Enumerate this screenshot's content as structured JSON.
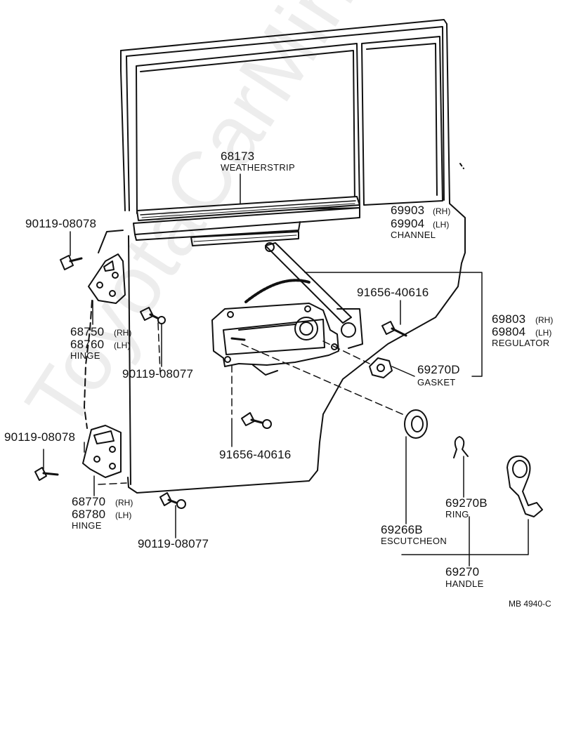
{
  "watermark": "ToyotaCarMine.ru",
  "reference": "MB 4940-C",
  "parts": {
    "weatherstrip": {
      "number": "68173",
      "name": "WEATHERSTRIP"
    },
    "channel_rh": {
      "number": "69903",
      "side": "(RH)"
    },
    "channel_lh": {
      "number": "69904",
      "side": "(LH)"
    },
    "channel_name": "CHANNEL",
    "bolt_upper_left": "90119-08078",
    "hinge_upper_rh": {
      "number": "68750",
      "side": "(RH)"
    },
    "hinge_upper_lh": {
      "number": "68760",
      "side": "(LH)"
    },
    "hinge_upper_name": "HINGE",
    "bolt_upper_mid": "90119-08077",
    "bolt_regulator_right": "91656-40616",
    "regulator_rh": {
      "number": "69803",
      "side": "(RH)"
    },
    "regulator_lh": {
      "number": "69804",
      "side": "(LH)"
    },
    "regulator_name": "REGULATOR",
    "gasket": {
      "number": "69270D",
      "name": "GASKET"
    },
    "bolt_regulator_bottom": "91656-40616",
    "bolt_lower_left": "90119-08078",
    "hinge_lower_rh": {
      "number": "68770",
      "side": "(RH)"
    },
    "hinge_lower_lh": {
      "number": "68780",
      "side": "(LH)"
    },
    "hinge_lower_name": "HINGE",
    "bolt_lower_mid": "90119-08077",
    "escutcheon": {
      "number": "69266B",
      "name": "ESCUTCHEON"
    },
    "ring": {
      "number": "69270B",
      "name": "RING"
    },
    "handle": {
      "number": "69270",
      "name": "HANDLE"
    }
  }
}
